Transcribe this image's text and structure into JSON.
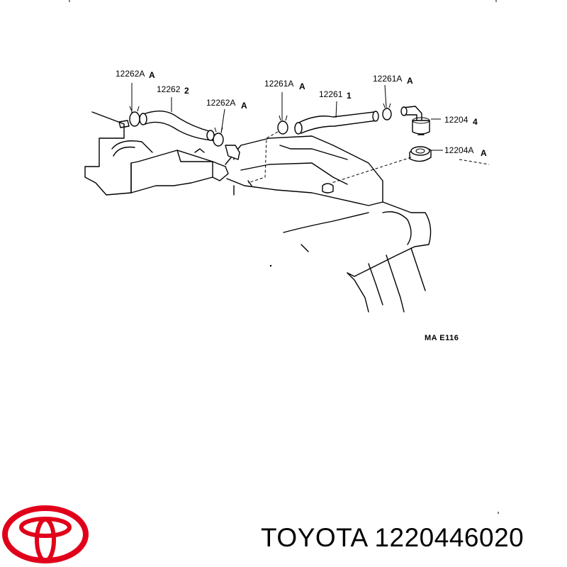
{
  "callouts": {
    "clamp_2_left": {
      "part": "12262A",
      "qty": "A"
    },
    "hose_2": {
      "part": "12262",
      "qty": "2"
    },
    "clamp_2_right": {
      "part": "12262A",
      "qty": "A"
    },
    "clamp_1_left": {
      "part": "12261A",
      "qty": "A"
    },
    "hose_1": {
      "part": "12261",
      "qty": "1"
    },
    "clamp_1_right": {
      "part": "12261A",
      "qty": "A"
    },
    "pcv_valve": {
      "part": "12204",
      "qty": "4"
    },
    "grommet": {
      "part": "12204A",
      "qty": "A"
    }
  },
  "diagram_code": "MA E116",
  "brand": {
    "logo_icon": "toyota-logo-icon",
    "logo_color": "#e1001a",
    "text": "TOYOTA 1220446020"
  }
}
